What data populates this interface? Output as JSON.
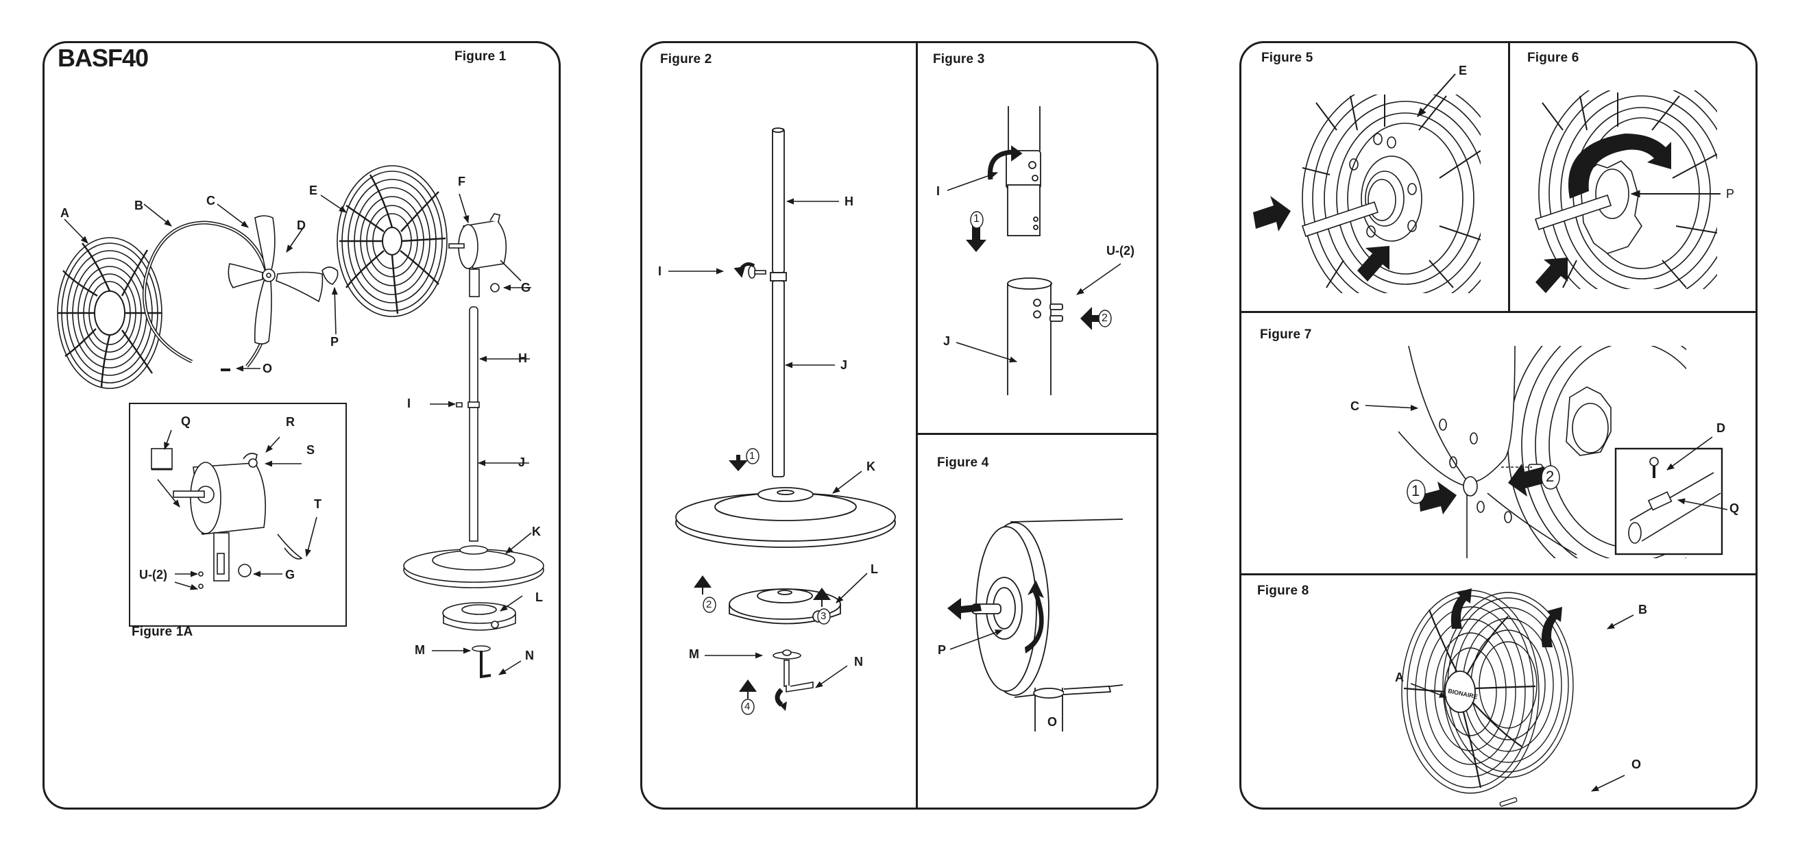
{
  "document": {
    "model": "BASF40",
    "brand_on_grille": "BIONAIRE"
  },
  "panel1": {
    "figure_1": {
      "title": "Figure 1",
      "labels": {
        "A": "A",
        "B": "B",
        "C": "C",
        "D": "D",
        "E": "E",
        "F": "F",
        "G": "G",
        "H": "H",
        "I": "I",
        "J": "J",
        "K": "K",
        "L": "L",
        "M": "M",
        "N": "N",
        "O": "O",
        "P": "P"
      }
    },
    "figure_1a": {
      "title": "Figure 1A",
      "labels": {
        "Q": "Q",
        "R": "R",
        "S": "S",
        "T": "T",
        "U": "U-(2)",
        "G": "G"
      }
    }
  },
  "panel2": {
    "figure_2": {
      "title": "Figure 2",
      "labels": {
        "H": "H",
        "I": "I",
        "J": "J",
        "K": "K",
        "L": "L",
        "M": "M",
        "N": "N"
      },
      "steps": [
        "1",
        "2",
        "3",
        "4"
      ]
    },
    "figure_3": {
      "title": "Figure 3",
      "labels": {
        "I": "I",
        "U": "U-(2)",
        "J": "J"
      },
      "steps": [
        "1",
        "2"
      ]
    },
    "figure_4": {
      "title": "Figure 4",
      "labels": {
        "P": "P",
        "O": "O"
      }
    }
  },
  "panel3": {
    "figure_5": {
      "title": "Figure 5",
      "labels": {
        "E": "E"
      }
    },
    "figure_6": {
      "title": "Figure 6",
      "labels": {
        "P": "P"
      }
    },
    "figure_7": {
      "title": "Figure 7",
      "labels": {
        "C": "C",
        "D": "D",
        "Q": "Q"
      },
      "steps": [
        "1",
        "2"
      ]
    },
    "figure_8": {
      "title": "Figure 8",
      "labels": {
        "A": "A",
        "B": "B",
        "O": "O"
      }
    }
  }
}
